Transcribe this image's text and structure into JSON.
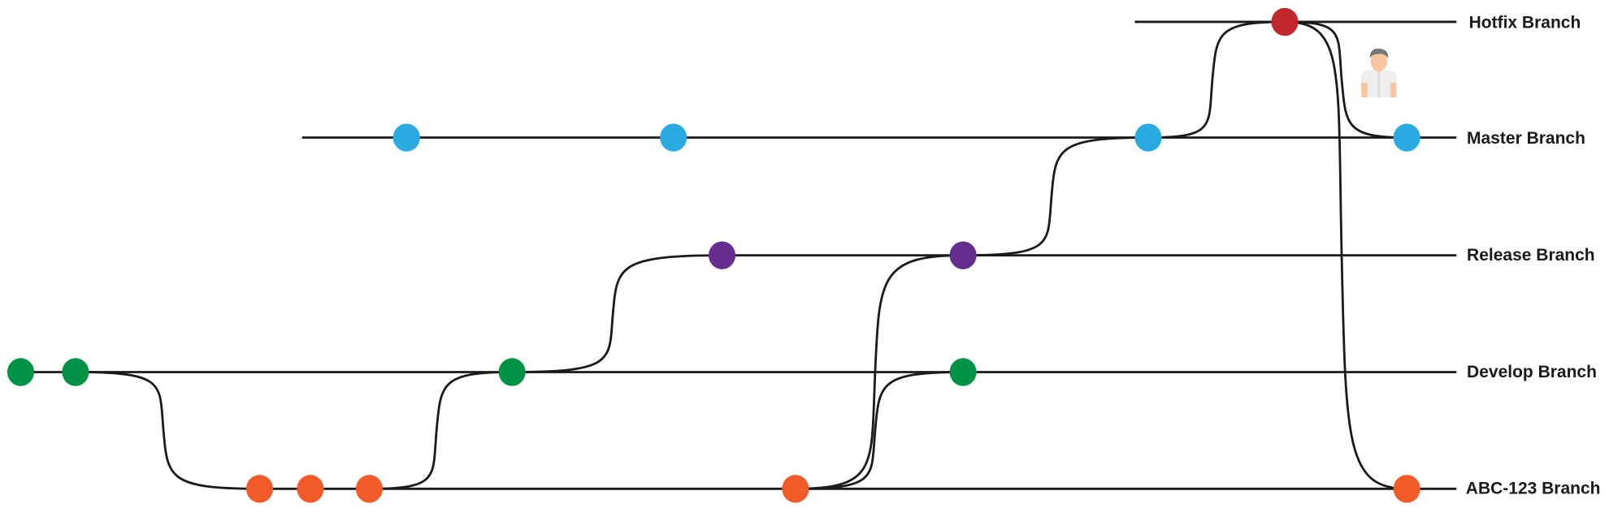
{
  "diagram": {
    "branches": [
      {
        "id": "hotfix",
        "label": "Hotfix Branch",
        "color": "#c1272d"
      },
      {
        "id": "master",
        "label": "Master Branch",
        "color": "#29abe2"
      },
      {
        "id": "release",
        "label": "Release Branch",
        "color": "#662d91"
      },
      {
        "id": "develop",
        "label": "Develop Branch",
        "color": "#009245"
      },
      {
        "id": "abc",
        "label": "ABC-123 Branch",
        "color": "#f15a29"
      }
    ],
    "line_color": "#1a1a1a",
    "person_icon": "developer-avatar-icon"
  }
}
